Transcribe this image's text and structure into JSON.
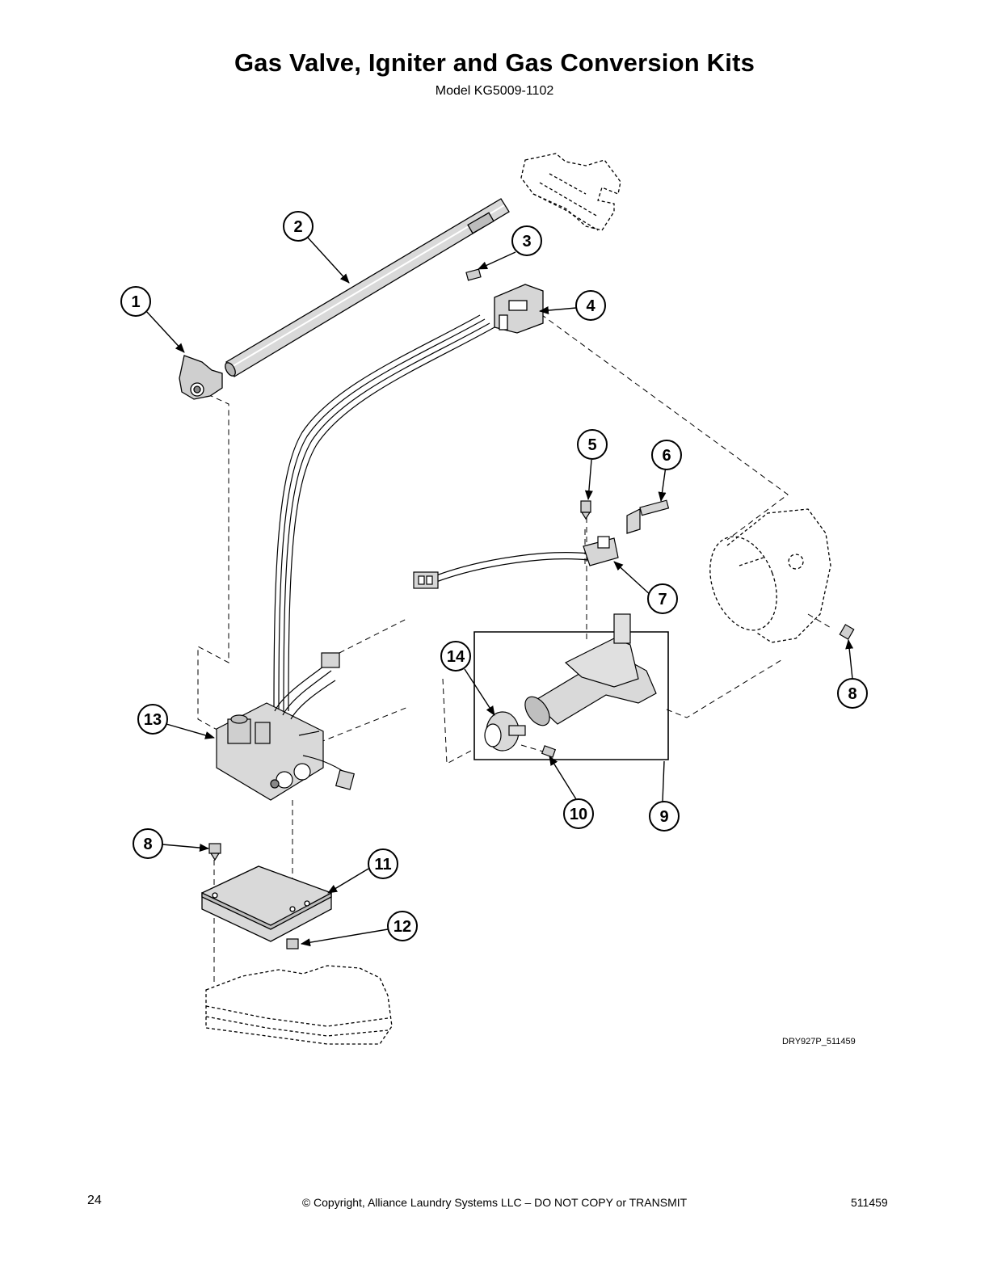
{
  "header": {
    "title": "Gas Valve, Igniter and Gas Conversion Kits",
    "subtitle": "Model KG5009-1102"
  },
  "diagram": {
    "reference_code": "DRY927P_511459",
    "callouts": [
      {
        "id": "c1",
        "label": "1"
      },
      {
        "id": "c2",
        "label": "2"
      },
      {
        "id": "c3",
        "label": "3"
      },
      {
        "id": "c4",
        "label": "4"
      },
      {
        "id": "c5",
        "label": "5"
      },
      {
        "id": "c6",
        "label": "6"
      },
      {
        "id": "c7",
        "label": "7"
      },
      {
        "id": "c8a",
        "label": "8"
      },
      {
        "id": "c9",
        "label": "9"
      },
      {
        "id": "c10",
        "label": "10"
      },
      {
        "id": "c11",
        "label": "11"
      },
      {
        "id": "c12",
        "label": "12"
      },
      {
        "id": "c13",
        "label": "13"
      },
      {
        "id": "c14",
        "label": "14"
      },
      {
        "id": "c8b",
        "label": "8"
      }
    ]
  },
  "footer": {
    "page_number": "24",
    "copyright": "© Copyright, Alliance Laundry Systems LLC – DO NOT COPY or TRANSMIT",
    "document_number": "511459"
  }
}
